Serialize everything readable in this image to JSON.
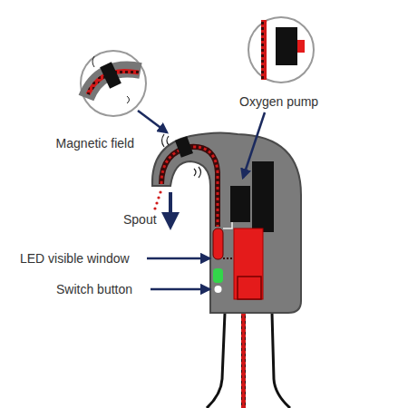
{
  "diagram": {
    "labels": [
      "Magnetic field",
      "Oxygen pump",
      "Spout",
      "LED visible window",
      "Switch button"
    ]
  }
}
